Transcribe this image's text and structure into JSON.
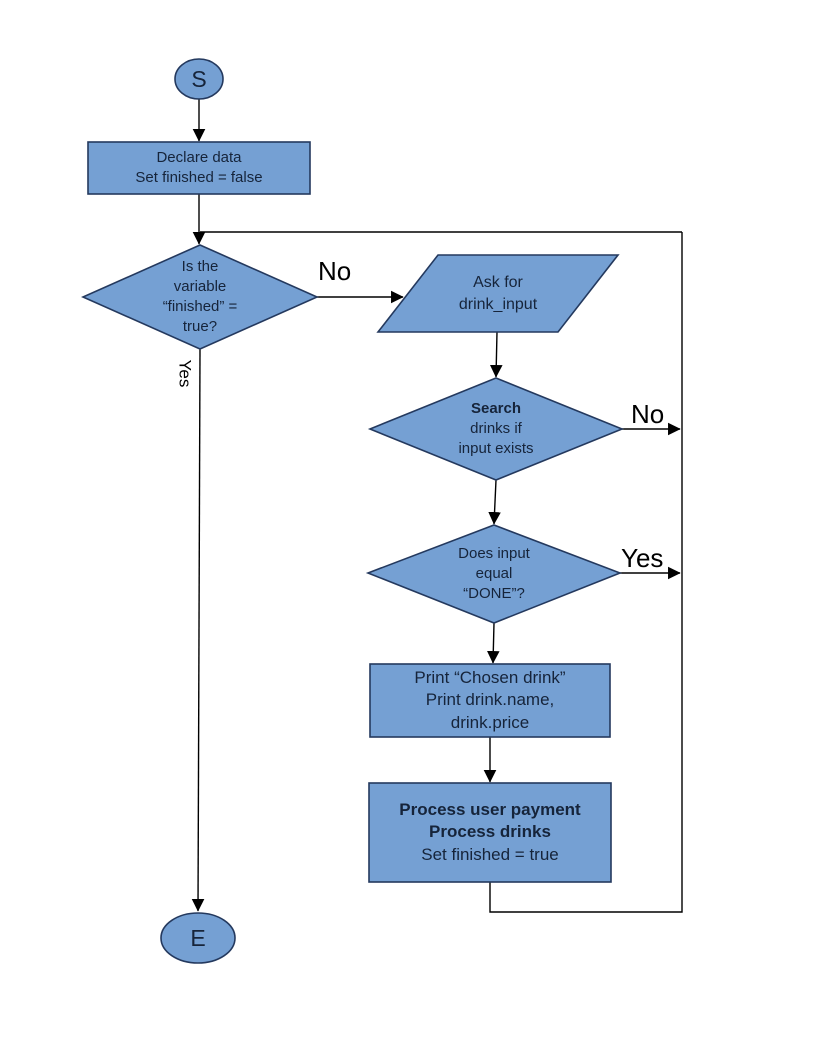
{
  "colors": {
    "node_fill": "#75A0D3",
    "node_stroke": "#24395E",
    "text": "#16243A",
    "line": "#000000"
  },
  "nodes": {
    "start": {
      "label": "S"
    },
    "declare": {
      "lines": [
        "Declare data",
        "Set finished = false"
      ]
    },
    "finished_check": {
      "lines": [
        "Is the",
        "variable",
        "“finished” =",
        "true?"
      ]
    },
    "ask_input": {
      "lines": [
        "Ask for",
        "drink_input"
      ]
    },
    "search": {
      "lines": [
        "Search",
        "drinks if",
        "input exists"
      ],
      "bold_lines": [
        0
      ]
    },
    "done_check": {
      "lines": [
        "Does input",
        "equal",
        "“DONE”?"
      ]
    },
    "print": {
      "lines": [
        "Print “Chosen drink”",
        "Print drink.name,",
        "drink.price"
      ]
    },
    "process": {
      "lines": [
        "Process user payment",
        "Process drinks",
        "Set finished = true"
      ],
      "bold_lines": [
        0,
        1
      ]
    },
    "end": {
      "label": "E"
    }
  },
  "edge_labels": {
    "finished_no": "No",
    "finished_yes": "Yes",
    "search_no": "No",
    "done_yes": "Yes"
  }
}
